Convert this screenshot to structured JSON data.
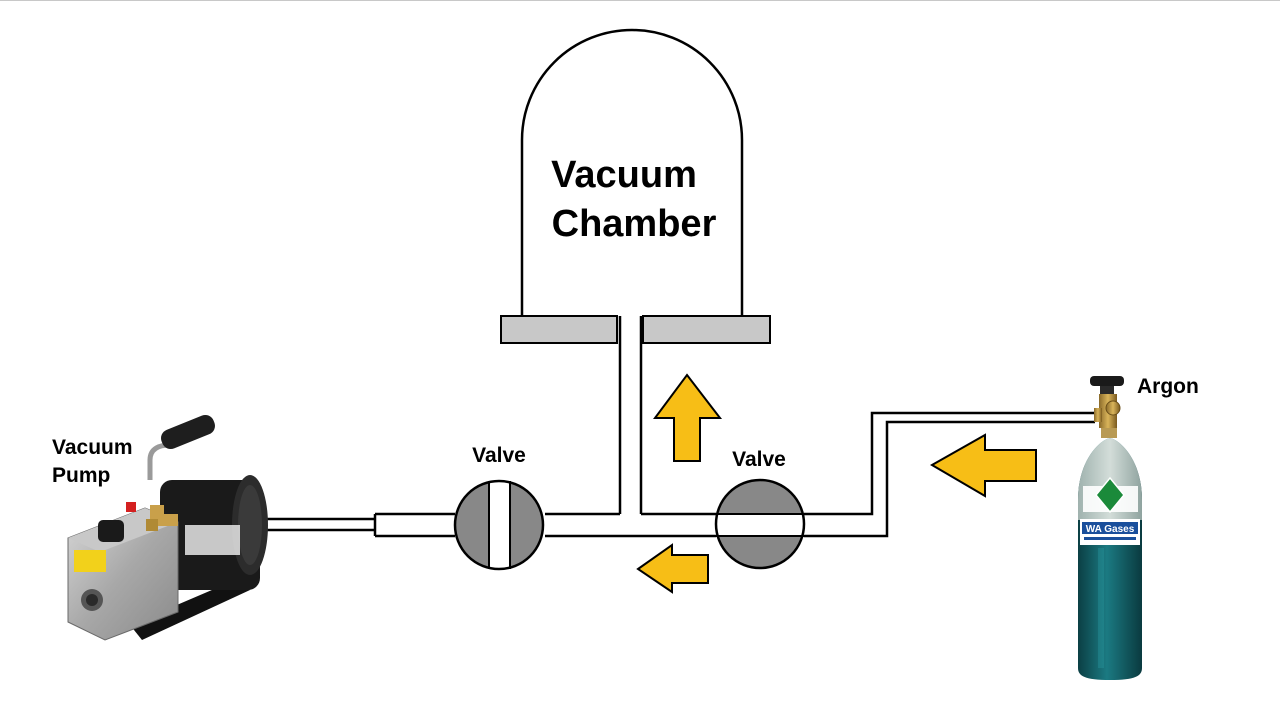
{
  "labels": {
    "chamber_line1": "Vacuum",
    "chamber_line2": "Chamber",
    "valve_left": "Valve",
    "valve_right": "Valve",
    "pump_line1": "Vacuum",
    "pump_line2": "Pump",
    "argon": "Argon"
  },
  "cylinder_branding": {
    "brand": "WA Gases"
  },
  "colors": {
    "arrow_fill": "#f7be16",
    "valve_fill": "#888888",
    "flange_fill": "#c8c8c8",
    "cylinder_body": "#14636a",
    "pump_body": "#b8b8b8"
  },
  "icons": [
    "vacuum-pump-icon",
    "argon-cylinder-icon",
    "flow-arrow-icon",
    "valve-icon"
  ]
}
